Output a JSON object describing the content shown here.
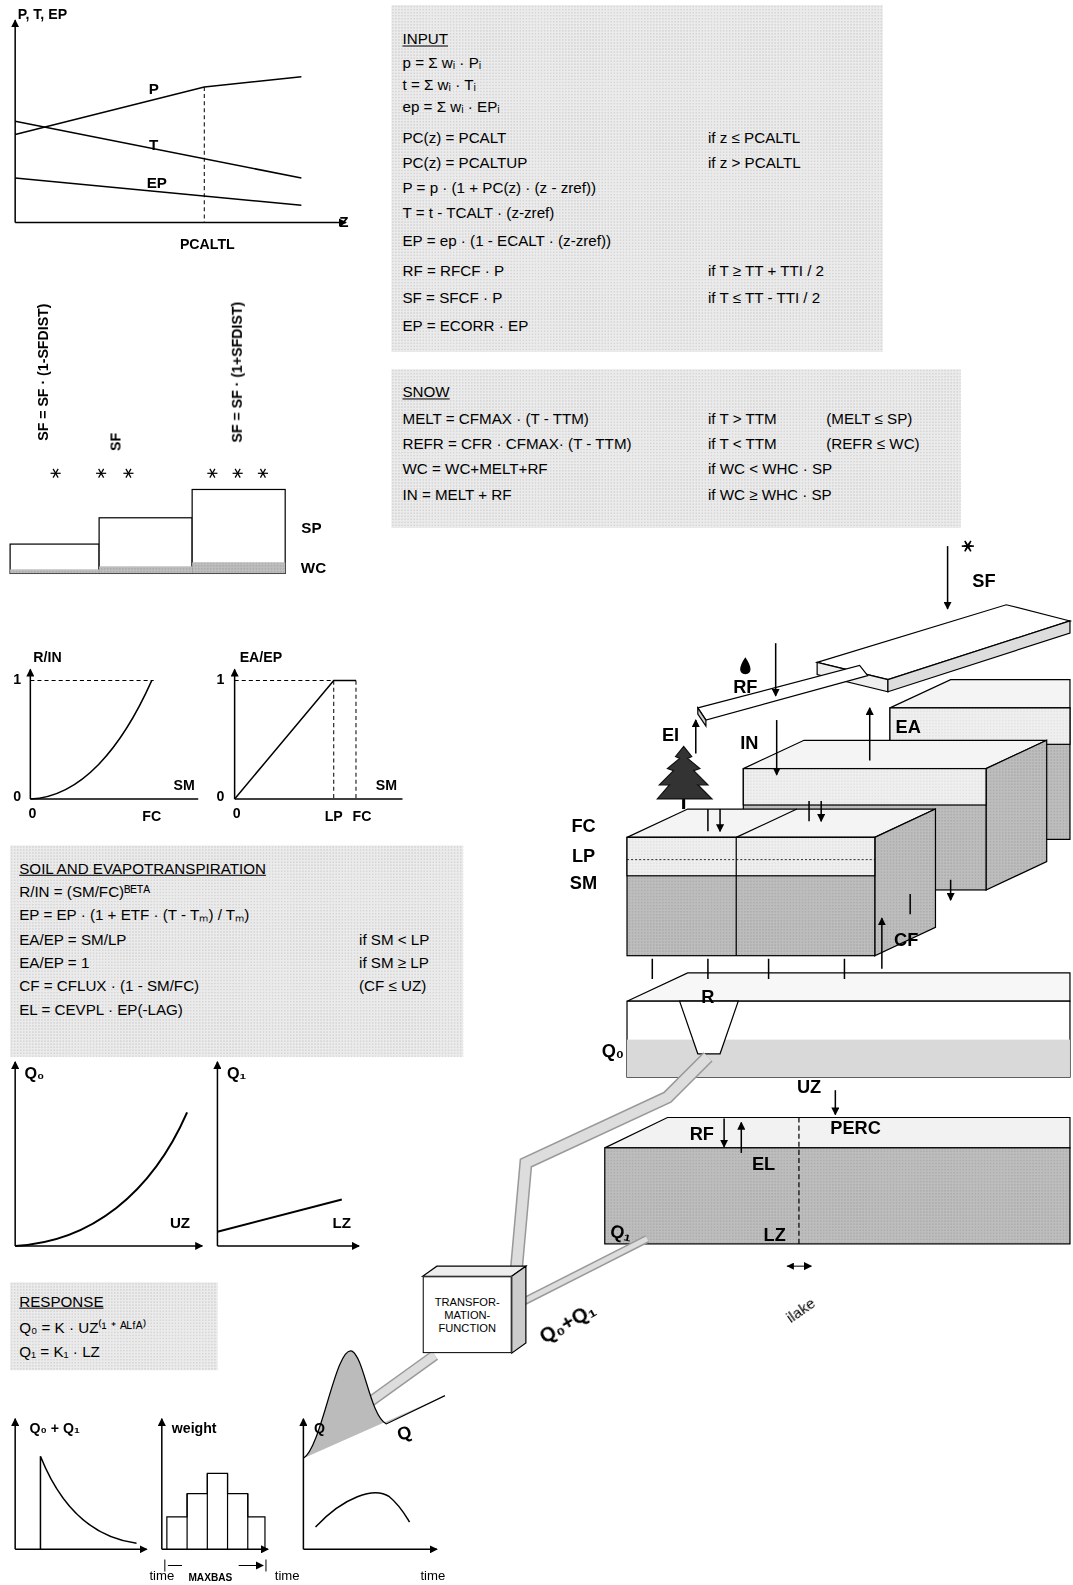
{
  "diagram": {
    "nodes": [
      {
        "text": [
          "INPUT",
          "p = Σ wᵢ · Pᵢ",
          "t = Σ wᵢ · Tᵢ",
          "ep = Σ wᵢ · EPᵢ",
          "PC(z) = PCALT",
          "if z ≤ PCALTL",
          "PC(z) = PCALTUP",
          "if z > PCALTL",
          "P = p · (1 + PC(z) · (z - zref))",
          "T = t - TCALT · (z-zref)",
          "EP = ep · (1 - ECALT · (z-zref))",
          "RF = RFCF · P",
          "if T ≥ TT + TTI / 2",
          "SF = SFCF · P",
          "if T ≤ TT - TTI / 2",
          "EP = ECORR · EP"
        ]
      },
      {
        "text": [
          "SNOW",
          "MELT = CFMAX · (T - TTM)",
          "if T > TTM",
          "(MELT ≤ SP)",
          "REFR = CFR · CFMAX· (T - TTM)",
          "if T < TTM",
          "(REFR ≤ WC)",
          "WC = WC+MELT+RF",
          "if WC < WHC · SP",
          "IN = MELT + RF",
          "if WC ≥ WHC · SP"
        ]
      },
      {
        "text": [
          "SOIL AND EVAPOTRANSPIRATION",
          "R/IN = (SM/FC)ᴮᴱᵀᴬ",
          "EP = EP · (1 + ETF · (T - Tₘ) / Tₘ)",
          "EA/EP = SM/LP",
          "if SM < LP",
          "EA/EP = 1",
          "if SM ≥ LP",
          "CF = CFLUX · (1 - SM/FC)",
          "(CF ≤ UZ)",
          "EL = CEVPL · EP(-LAG)"
        ]
      },
      {
        "text": [
          "RESPONSE",
          "Q₀ = K · UZ⁽¹ ⁺ ᴬᴸᶠᴬ⁾",
          "Q₁ = K₁ · LZ"
        ]
      },
      {
        "text": [
          "TRANSFOR- MATION- FUNCTION"
        ]
      }
    ],
    "labels": [
      "P, T, EP",
      "P",
      "T",
      "EP",
      "Z",
      "PCALTL",
      "SF = SF · (1-SFDIST)",
      "SF",
      "SF = SF · (1+SFDIST)",
      "SP",
      "WC",
      "R/IN",
      "1",
      "0",
      "0",
      "SM",
      "FC",
      "EA/EP",
      "1",
      "0",
      "0",
      "SM",
      "LP",
      "FC",
      "Q₀",
      "UZ",
      "Q₁",
      "LZ",
      "Q₀ + Q₁",
      "time",
      "weight",
      "MAXBAS",
      "time",
      "Q",
      "time",
      "SF",
      "RF",
      "EI",
      "IN",
      "EA",
      "FC",
      "LP",
      "SM",
      "CF",
      "R",
      "Q₀",
      "UZ",
      "RF",
      "EL",
      "PERC",
      "Q₁",
      "LZ",
      "ilake",
      "Q₀+Q₁",
      "Q"
    ]
  }
}
